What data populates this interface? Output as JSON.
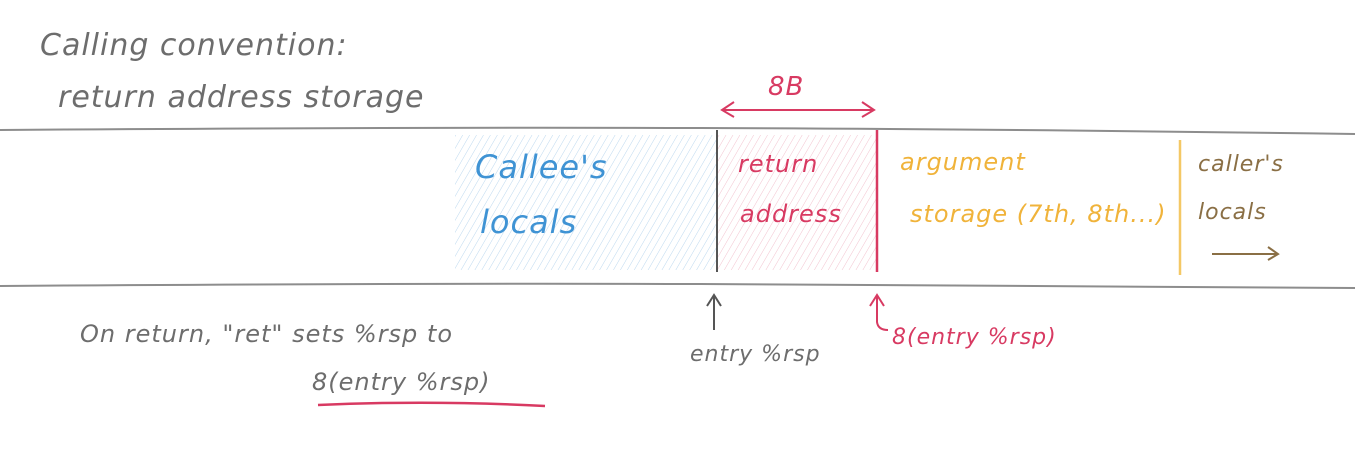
{
  "title": {
    "line1": "Calling convention:",
    "line2": "return address storage"
  },
  "size_label": "8B",
  "regions": {
    "callee_locals": {
      "line1": "Callee's",
      "line2": "locals",
      "color": "#3f93d4"
    },
    "return_address": {
      "line1": "return",
      "line2": "address",
      "color": "#d83a62"
    },
    "argument_storage": {
      "line1": "argument",
      "line2": "storage (7th, 8th...)",
      "color": "#f0b33a"
    },
    "caller_locals": {
      "line1": "caller's",
      "line2": "locals",
      "color": "#8a6f45"
    }
  },
  "pointers": {
    "entry": "entry %rsp",
    "entry_plus8": "8(entry %rsp)"
  },
  "note": {
    "line1": "On return, \"ret\" sets %rsp to",
    "line2": "8(entry %rsp)"
  }
}
